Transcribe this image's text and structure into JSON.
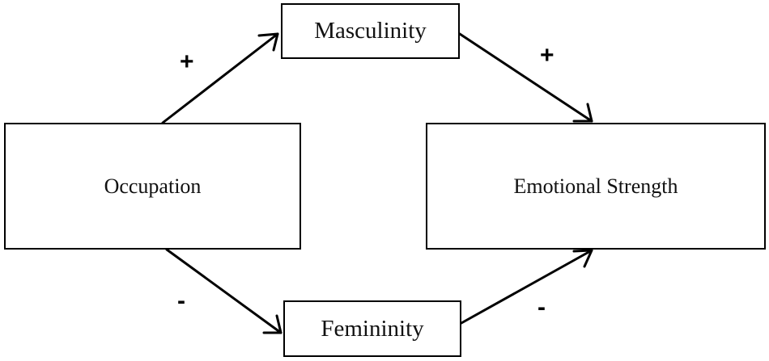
{
  "diagram": {
    "nodes": {
      "occupation": "Occupation",
      "masculinity": "Masculinity",
      "femininity": "Femininity",
      "emotional_strength": "Emotional Strength"
    },
    "edges": [
      {
        "from": "occupation",
        "to": "masculinity",
        "sign": "+"
      },
      {
        "from": "masculinity",
        "to": "emotional_strength",
        "sign": "+"
      },
      {
        "from": "occupation",
        "to": "femininity",
        "sign": "-"
      },
      {
        "from": "femininity",
        "to": "emotional_strength",
        "sign": "-"
      }
    ]
  }
}
